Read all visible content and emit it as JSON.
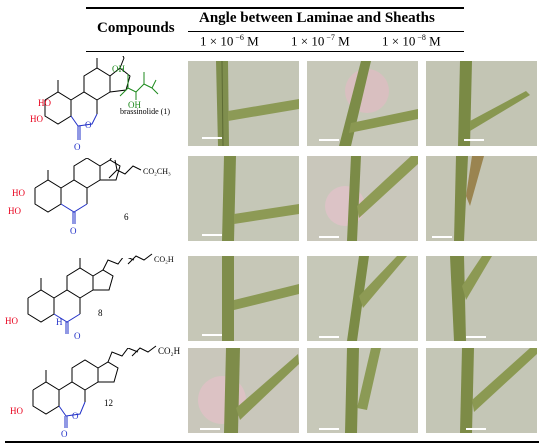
{
  "table": {
    "header_compounds": "Compounds",
    "header_angle": "Angle between Laminae and Sheaths",
    "concentrations": [
      {
        "base": "1 × 10",
        "exp": "−6",
        "unit": "M"
      },
      {
        "base": "1 × 10",
        "exp": "−7",
        "unit": "M"
      },
      {
        "base": "1 × 10",
        "exp": "−8",
        "unit": "M"
      }
    ]
  },
  "compounds": [
    {
      "label": "brassinolide (1)",
      "substituents": {
        "ho1": "HO",
        "ho2": "HO",
        "oh1": "OH",
        "oh2": "OH",
        "ring_o": "O",
        "ketone_o": "O"
      }
    },
    {
      "label": "6",
      "substituents": {
        "ho1": "HO",
        "ho2": "HO",
        "ester": "CO₂CH₃",
        "ketone_o": "O"
      }
    },
    {
      "label": "8",
      "substituents": {
        "ho1": "HO",
        "acid": "CO₂H",
        "ketone_o": "O"
      }
    },
    {
      "label": "12",
      "substituents": {
        "ho1": "HO",
        "acid": "CO₂H",
        "ring_o": "O",
        "ketone_o": "O"
      }
    }
  ],
  "colors": {
    "hydroxyl": "#e8001c",
    "side_chain_oh": "#1c8a1c",
    "lactone": "#2231c8",
    "bond": "#000000"
  }
}
